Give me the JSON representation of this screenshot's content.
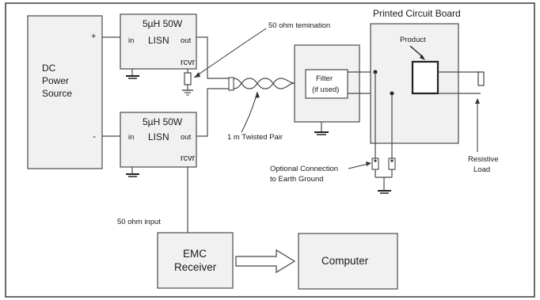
{
  "power_source": {
    "line1": "DC",
    "line2": "Power",
    "line3": "Source",
    "plus": "+",
    "minus": "-"
  },
  "lisn_top": {
    "rating": "5µH  50W",
    "name": "LISN",
    "in": "in",
    "out": "out",
    "rcvr": "rcvr"
  },
  "lisn_bottom": {
    "rating": "5µH  50W",
    "name": "LISN",
    "in": "in",
    "out": "out",
    "rcvr": "rcvr"
  },
  "termination_label": "50 ohm temination",
  "twisted_pair_label": "1 m Twisted Pair",
  "filter": {
    "line1": "Filter",
    "line2": "(if used)"
  },
  "pcb_title": "Printed Circuit Board",
  "product_label": "Product",
  "resistive_load": {
    "line1": "Resistive",
    "line2": "Load"
  },
  "optional_connection": {
    "line1": "Optional Connection",
    "line2": "to Earth Ground"
  },
  "input_label": "50 ohm input",
  "emc_receiver": {
    "line1": "EMC",
    "line2": "Receiver"
  },
  "computer_label": "Computer"
}
